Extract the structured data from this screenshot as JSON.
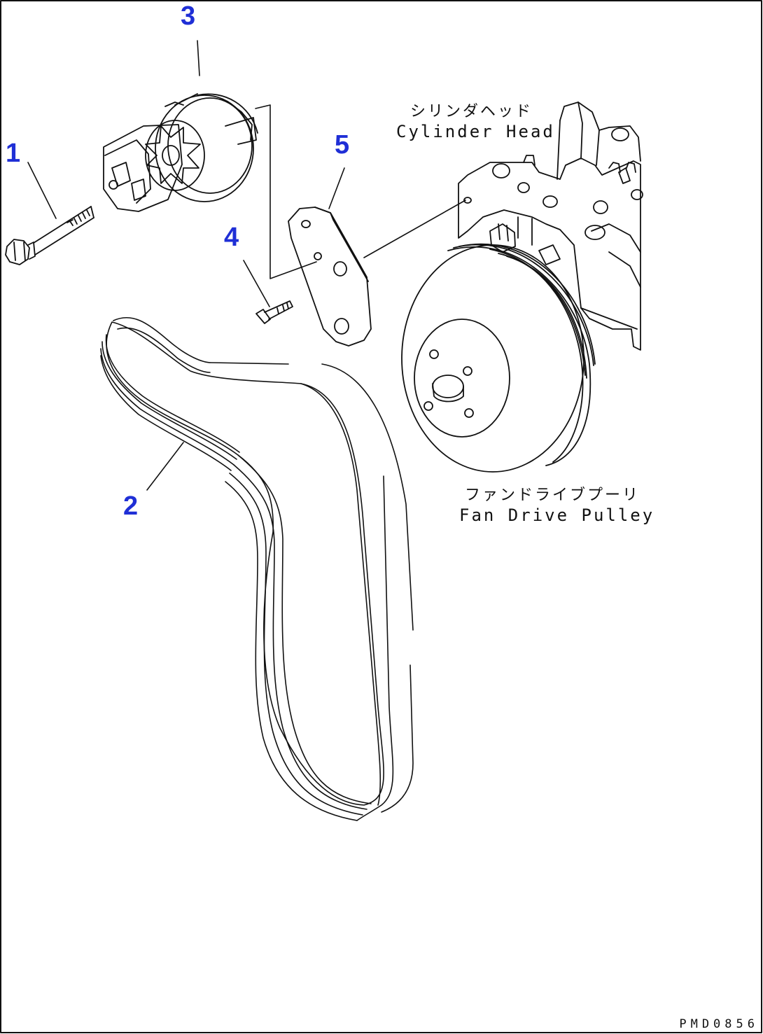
{
  "callouts": {
    "c1": "1",
    "c2": "2",
    "c3": "3",
    "c4": "4",
    "c5": "5"
  },
  "labels": {
    "cylinder_head_jp": "シリンダヘッド",
    "cylinder_head_en": "Cylinder Head",
    "fan_pulley_jp": "ファンドライブプーリ",
    "fan_pulley_en": "Fan Drive Pulley"
  },
  "drawing_code": "PMD0856",
  "colors": {
    "callout": "#1f2fd6",
    "line": "#111111"
  }
}
